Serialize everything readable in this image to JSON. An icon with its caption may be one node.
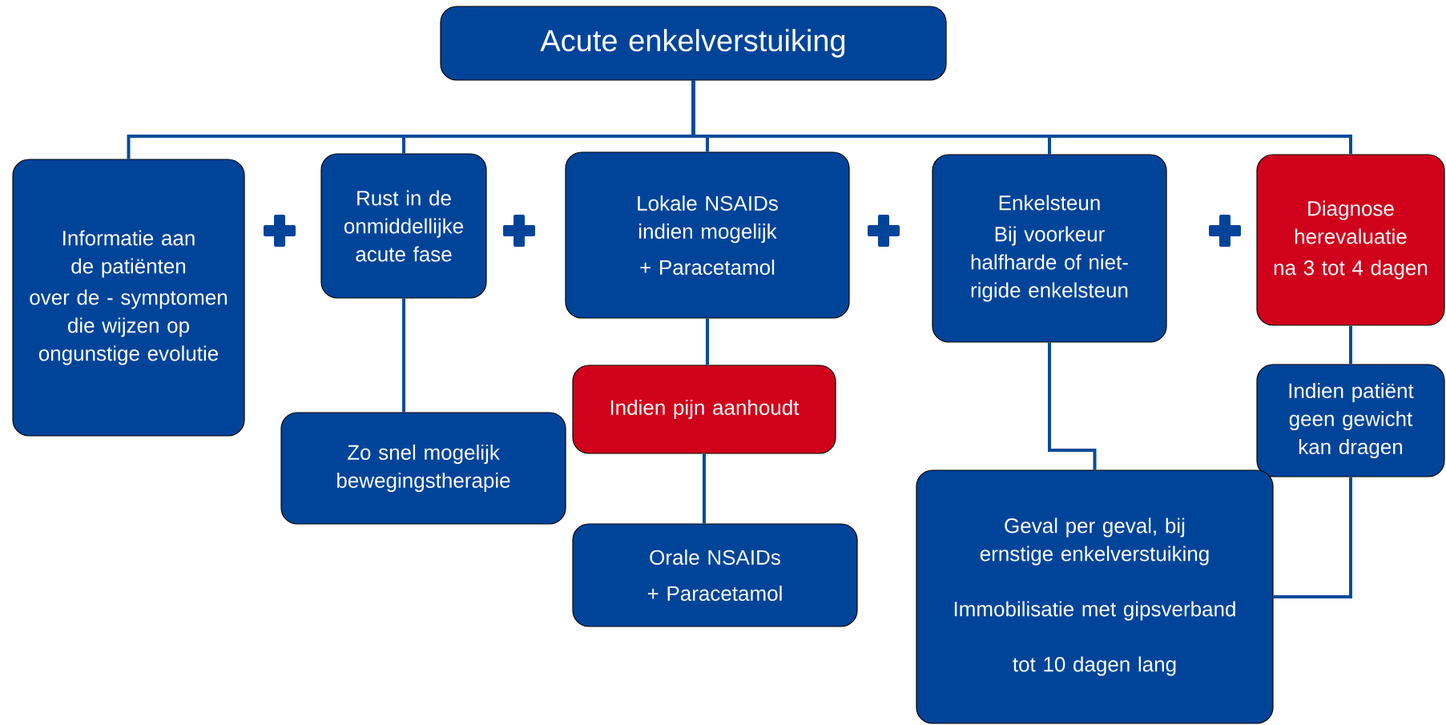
{
  "diagram": {
    "nodes": [
      {
        "text": [
          "Acute enkelverstuiking"
        ]
      },
      {
        "text": [
          "Informatie aan de patiënten",
          "over de - symptomen die wijzen op ongunstige evolutie"
        ]
      },
      {
        "text": [
          "Rust in de onmiddellijke acute fase"
        ]
      },
      {
        "text": [
          "Lokale NSAIDs indien mogelijk",
          "+ Paracetamol"
        ]
      },
      {
        "text": [
          "Enkelsteun",
          "Bij voorkeur halfharde of niet-rigide enkelsteun"
        ]
      },
      {
        "text": [
          "Diagnose herevaluatie",
          "na 3 tot 4 dagen"
        ]
      },
      {
        "text": [
          "Zo snel mogelijk bewegingstherapie"
        ]
      },
      {
        "text": [
          "Indien pijn aanhoudt"
        ]
      },
      {
        "text": [
          "Orale NSAIDs",
          "+ Paracetamol"
        ]
      },
      {
        "text": [
          "Indien patiënt geen gewicht kan dragen"
        ]
      },
      {
        "text": [
          "Geval per geval, bij ernstige enkelverstuiking",
          "Immobilisatie met gipsverband",
          "tot 10 dagen lang"
        ]
      }
    ],
    "edges": [
      {
        "from": 0,
        "to": 1,
        "arrow": "none"
      },
      {
        "from": 0,
        "to": 2,
        "arrow": "none"
      },
      {
        "from": 0,
        "to": 3,
        "arrow": "none"
      },
      {
        "from": 0,
        "to": 4,
        "arrow": "none"
      },
      {
        "from": 0,
        "to": 5,
        "arrow": "none"
      },
      {
        "from": 2,
        "to": 6,
        "arrow": "none"
      },
      {
        "from": 3,
        "to": 7,
        "arrow": "none"
      },
      {
        "from": 7,
        "to": 8,
        "arrow": "none"
      },
      {
        "from": 4,
        "to": 10,
        "arrow": "none"
      },
      {
        "from": 5,
        "to": 9,
        "arrow": "none"
      },
      {
        "from": 9,
        "to": 10,
        "arrow": "none"
      }
    ]
  }
}
